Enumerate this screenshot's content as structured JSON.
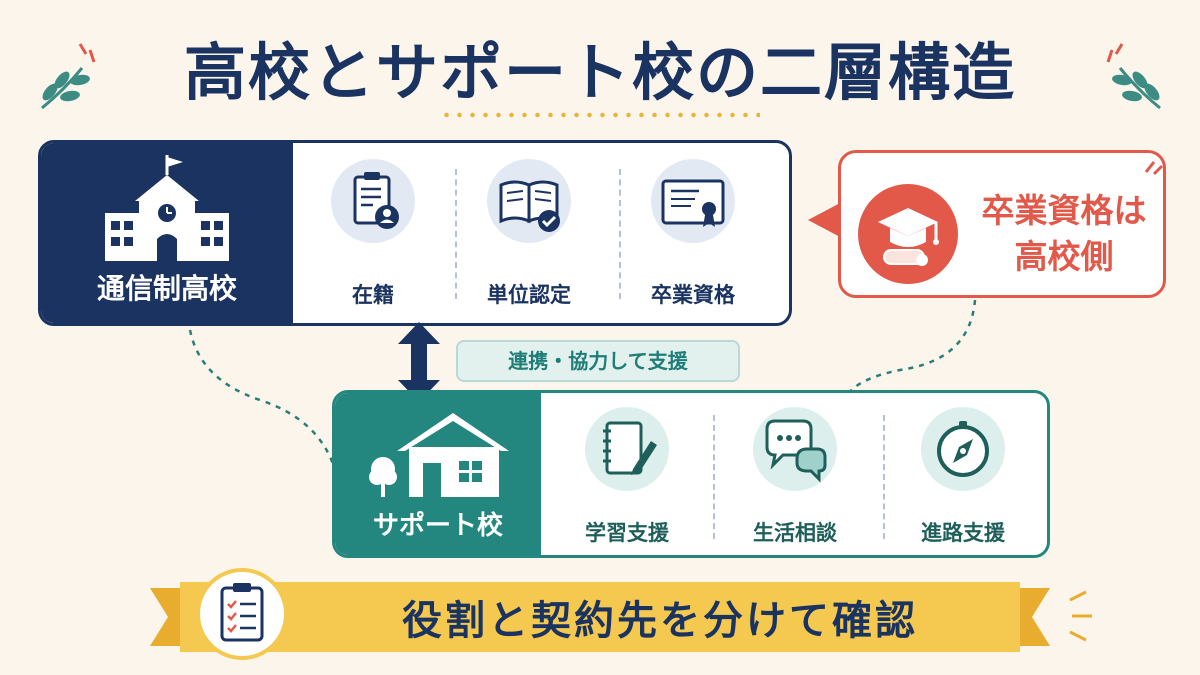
{
  "title": "高校とサポート校の二層構造",
  "high_school": {
    "name": "通信制高校",
    "items": [
      {
        "label": "在籍",
        "icon": "clipboard-user-icon"
      },
      {
        "label": "単位認定",
        "icon": "open-book-check-icon"
      },
      {
        "label": "卒業資格",
        "icon": "certificate-icon"
      }
    ]
  },
  "callout": {
    "line1": "卒業資格は",
    "line2": "高校側",
    "icon": "graduation-cap-diploma-icon"
  },
  "link_label": "連携・協力して支援",
  "support_school": {
    "name": "サポート校",
    "items": [
      {
        "label": "学習支援",
        "icon": "notebook-pencil-icon"
      },
      {
        "label": "生活相談",
        "icon": "speech-bubbles-icon"
      },
      {
        "label": "進路支援",
        "icon": "compass-icon"
      }
    ]
  },
  "banner": {
    "text": "役割と契約先を分けて確認",
    "icon": "checklist-clipboard-icon"
  },
  "colors": {
    "navy": "#1b3360",
    "teal": "#23877f",
    "coral": "#e2594a",
    "gold": "#f3c24d",
    "background": "#fbf5ec"
  }
}
